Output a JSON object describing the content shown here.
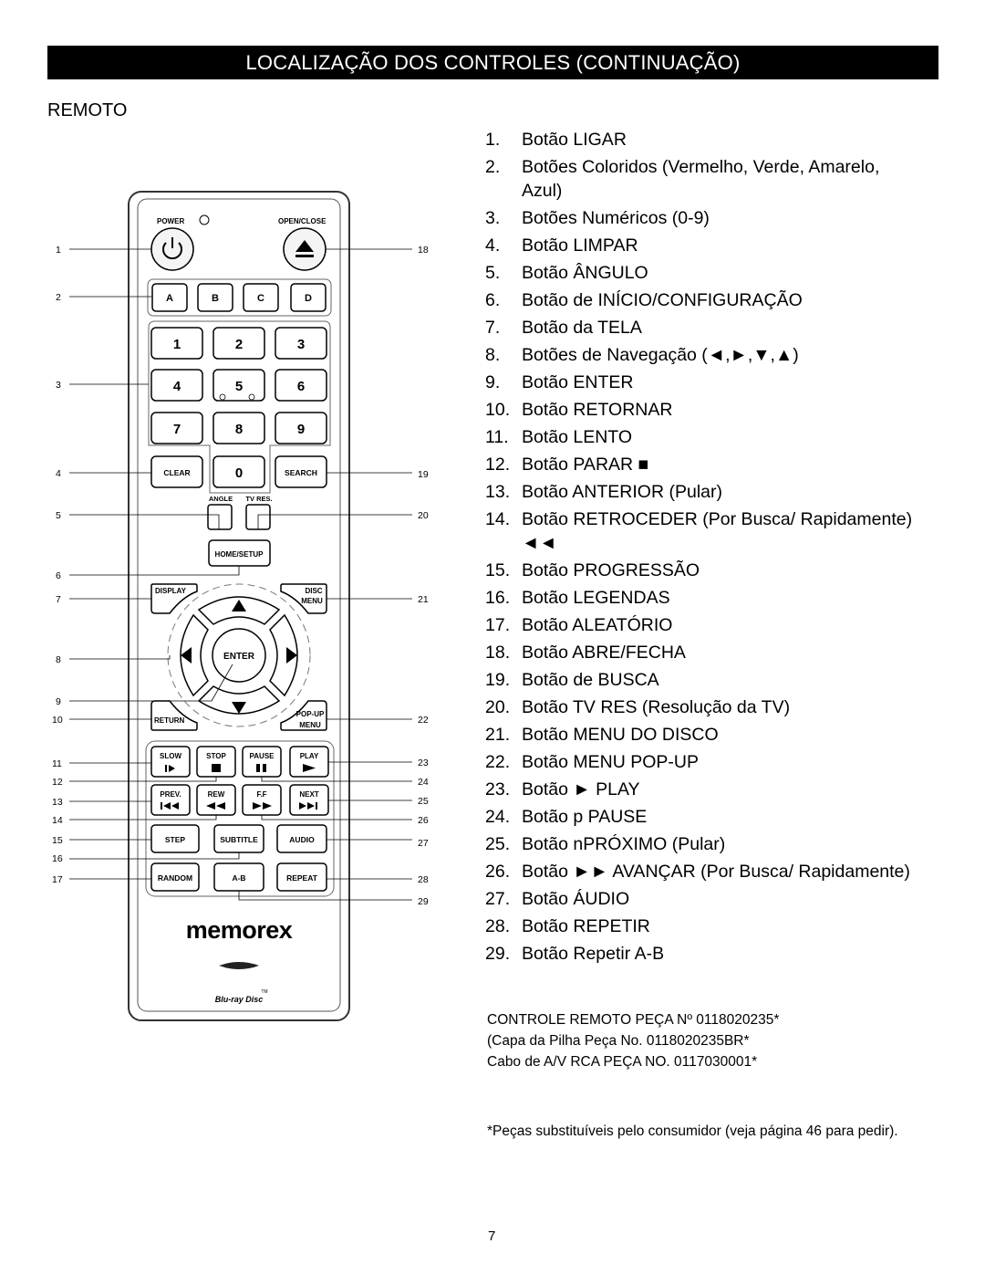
{
  "header": {
    "title": "LOCALIZAÇÃO DOS CONTROLES (CONTINUAÇÃO)"
  },
  "section_label": "REMOTO",
  "legend": [
    {
      "num": "1.",
      "text": "Botão LIGAR"
    },
    {
      "num": "2.",
      "text": "Botões Coloridos (Vermelho, Verde, Amarelo, Azul)"
    },
    {
      "num": "3.",
      "text": "Botões Numéricos (0-9)"
    },
    {
      "num": "4.",
      "text": "Botão LIMPAR"
    },
    {
      "num": "5.",
      "text": "Botão ÂNGULO"
    },
    {
      "num": "6.",
      "text": "Botão de INÍCIO/CONFIGURAÇÃO"
    },
    {
      "num": "7.",
      "text": "Botão da TELA"
    },
    {
      "num": "8.",
      "text": "Botões de Navegação (◄,►,▼,▲)"
    },
    {
      "num": "9.",
      "text": "Botão ENTER"
    },
    {
      "num": "10.",
      "text": "Botão RETORNAR"
    },
    {
      "num": "11.",
      "text": "Botão LENTO"
    },
    {
      "num": "12.",
      "text": "Botão PARAR ■"
    },
    {
      "num": "13.",
      "text": "Botão  ANTERIOR (Pular)"
    },
    {
      "num": "14.",
      "text": "Botão RETROCEDER (Por Busca/ Rapidamente) ◄◄"
    },
    {
      "num": "15.",
      "text": "Botão PROGRESSÃO"
    },
    {
      "num": "16.",
      "text": "Botão LEGENDAS"
    },
    {
      "num": "17.",
      "text": "Botão ALEATÓRIO"
    },
    {
      "num": "18.",
      "text": "Botão ABRE/FECHA"
    },
    {
      "num": "19.",
      "text": "Botão de BUSCA"
    },
    {
      "num": "20.",
      "text": "Botão  TV RES (Resolução da TV)"
    },
    {
      "num": "21.",
      "text": "Botão MENU DO DISCO"
    },
    {
      "num": "22.",
      "text": "Botão MENU POP-UP"
    },
    {
      "num": "23.",
      "text": "Botão ► PLAY"
    },
    {
      "num": "24.",
      "text": "Botão p PAUSE"
    },
    {
      "num": "25.",
      "text": "Botão nPRÓXIMO (Pular)"
    },
    {
      "num": "26.",
      "text": "Botão ►► AVANÇAR (Por Busca/ Rapidamente)"
    },
    {
      "num": "27.",
      "text": "Botão ÁUDIO"
    },
    {
      "num": "28.",
      "text": "Botão REPETIR"
    },
    {
      "num": "29.",
      "text": "Botão Repetir A-B"
    }
  ],
  "parts": {
    "line1": "CONTROLE REMOTO PEÇA Nº 0118020235*",
    "line2": "(Capa da Pilha Peça No. 0118020235BR*",
    "line3": "Cabo de A/V RCA PEÇA NO. 0117030001*"
  },
  "footnote": "*Peças substituíveis pelo consumidor (veja página 46 para pedir).",
  "page_number": "7",
  "remote": {
    "brand": "memorex",
    "bluray_text": "Blu-ray Disc",
    "tm": "TM",
    "labels": {
      "power": "POWER",
      "open_close": "OPEN/CLOSE",
      "a": "A",
      "b": "B",
      "c": "C",
      "d": "D",
      "n1": "1",
      "n2": "2",
      "n3": "3",
      "n4": "4",
      "n5": "5",
      "n6": "6",
      "n7": "7",
      "n8": "8",
      "n9": "9",
      "n0": "0",
      "clear": "CLEAR",
      "search": "SEARCH",
      "angle": "ANGLE",
      "tv_res": "TV RES.",
      "home_setup": "HOME/SETUP",
      "display": "DISPLAY",
      "disc": "DISC",
      "disc_menu": "MENU",
      "enter": "ENTER",
      "return": "RETURN",
      "popup": "POP-UP",
      "popup_menu": "MENU",
      "slow": "SLOW",
      "stop": "STOP",
      "pause": "PAUSE",
      "play": "PLAY",
      "prev": "PREV.",
      "rew": "REW",
      "ff": "F.F",
      "next": "NEXT",
      "step": "STEP",
      "subtitle": "SUBTITLE",
      "audio": "AUDIO",
      "random": "RANDOM",
      "ab": "A-B",
      "repeat": "REPEAT"
    },
    "callouts": {
      "c1": "1",
      "c2": "2",
      "c3": "3",
      "c4": "4",
      "c5": "5",
      "c6": "6",
      "c7": "7",
      "c8": "8",
      "c9": "9",
      "c10": "10",
      "c11": "11",
      "c12": "12",
      "c13": "13",
      "c14": "14",
      "c15": "15",
      "c16": "16",
      "c17": "17",
      "c18": "18",
      "c19": "19",
      "c20": "20",
      "c21": "21",
      "c22": "22",
      "c23": "23",
      "c24": "24",
      "c25": "25",
      "c26": "26",
      "c27": "27",
      "c28": "28",
      "c29": "29"
    }
  }
}
